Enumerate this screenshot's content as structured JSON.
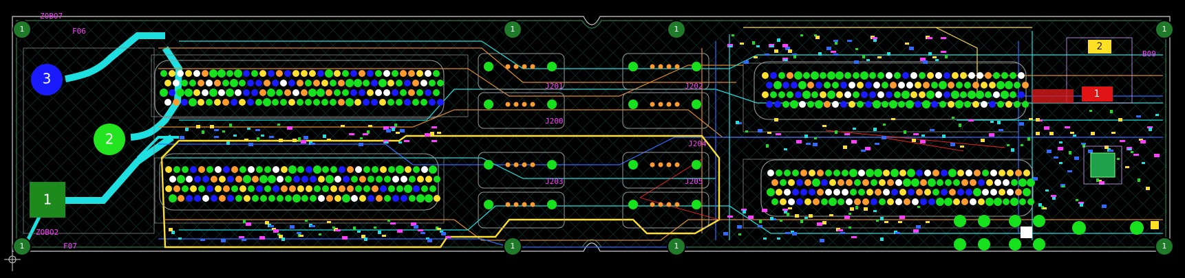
{
  "board": {
    "colors": {
      "background": "#000000",
      "outline": "#ffffff",
      "copper_top": "#1fe0e0",
      "copper_bottom": "#2f6bff",
      "trace_orange": "#e08a2a",
      "trace_yellow": "#ffe030",
      "pad_green": "#17e11c",
      "pad_orange": "#ff9a2e",
      "silk": "#ff3cff",
      "mounting_hole": "#1f7a2a"
    },
    "big_pads": [
      {
        "label": "3",
        "shape": "circle",
        "color": "#1a1aff"
      },
      {
        "label": "2",
        "shape": "circle",
        "color": "#22e51f"
      },
      {
        "label": "1",
        "shape": "square",
        "color": "#1d8a1d"
      }
    ],
    "right_pads": [
      {
        "label": "2",
        "color": "#ffe024"
      },
      {
        "label": "1",
        "color": "#e01414"
      }
    ],
    "mounting_holes": [
      "1",
      "1",
      "1",
      "1",
      "1",
      "1",
      "1",
      "1"
    ],
    "connectors": {
      "J200": "J200",
      "J201": "J201",
      "J203": "J203",
      "J204": "J204",
      "J202": "J202",
      "J205": "J205"
    },
    "silk_labels": {
      "top_left": "ZOBO7",
      "top_left_b": "F06",
      "bottom_left": "ZOBO2",
      "bottom_left_b": "F07",
      "right_top": "B09"
    }
  }
}
